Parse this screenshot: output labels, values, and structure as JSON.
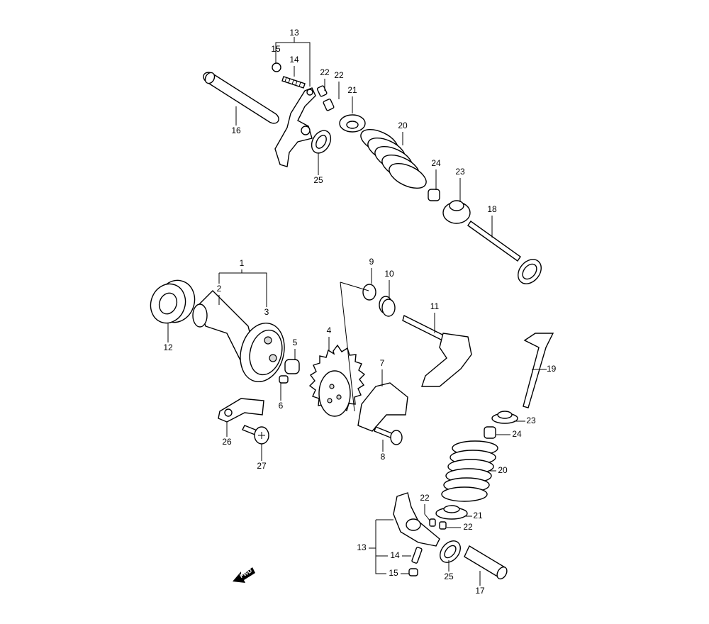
{
  "title": "Camshaft / Valve exploded parts diagram",
  "fwd_logo": "FWD",
  "callouts": [
    {
      "ref": "13"
    },
    {
      "ref": "15"
    },
    {
      "ref": "14"
    },
    {
      "ref": "22"
    },
    {
      "ref": "22"
    },
    {
      "ref": "21"
    },
    {
      "ref": "16"
    },
    {
      "ref": "20"
    },
    {
      "ref": "25"
    },
    {
      "ref": "24"
    },
    {
      "ref": "23"
    },
    {
      "ref": "18"
    },
    {
      "ref": "1"
    },
    {
      "ref": "2"
    },
    {
      "ref": "3"
    },
    {
      "ref": "9"
    },
    {
      "ref": "10"
    },
    {
      "ref": "11"
    },
    {
      "ref": "12"
    },
    {
      "ref": "4"
    },
    {
      "ref": "5"
    },
    {
      "ref": "7"
    },
    {
      "ref": "19"
    },
    {
      "ref": "6"
    },
    {
      "ref": "26"
    },
    {
      "ref": "8"
    },
    {
      "ref": "23"
    },
    {
      "ref": "24"
    },
    {
      "ref": "27"
    },
    {
      "ref": "20"
    },
    {
      "ref": "22"
    },
    {
      "ref": "21"
    },
    {
      "ref": "22"
    },
    {
      "ref": "13"
    },
    {
      "ref": "14"
    },
    {
      "ref": "25"
    },
    {
      "ref": "15"
    },
    {
      "ref": "17"
    }
  ]
}
